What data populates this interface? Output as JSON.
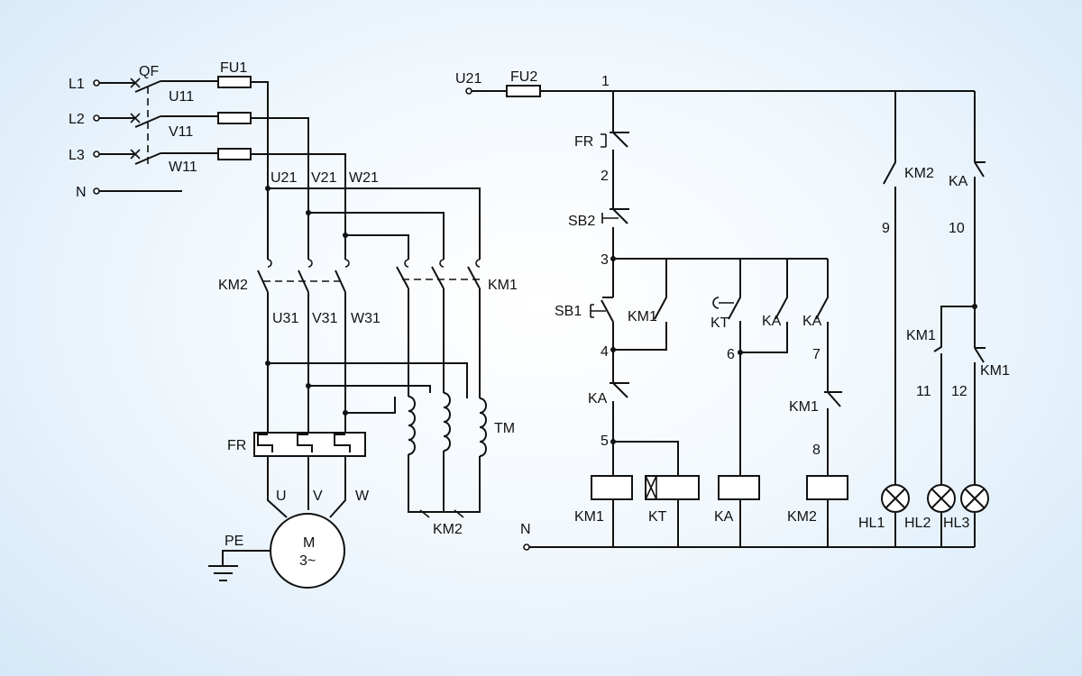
{
  "power": {
    "lines": [
      "L1",
      "L2",
      "L3",
      "N"
    ],
    "breaker": "QF",
    "fuse": "FU1",
    "phases_after_breaker": [
      "U11",
      "V11",
      "W11"
    ],
    "phases_after_fuse": [
      "U21",
      "V21",
      "W21"
    ],
    "contactor_left": "KM2",
    "contactor_right": "KM1",
    "phases_after_contactor": [
      "U31",
      "V31",
      "W31"
    ],
    "overload_relay": "FR",
    "motor_terminals": [
      "U",
      "V",
      "W"
    ],
    "motor_label": "M",
    "motor_sub": "3~",
    "ground": "PE",
    "autotransformer": "TM",
    "star_contactor": "KM2"
  },
  "control": {
    "supply": "U21",
    "fuse": "FU2",
    "nodes": [
      "1",
      "2",
      "3",
      "4",
      "5",
      "6",
      "7",
      "8",
      "9",
      "10",
      "11",
      "12"
    ],
    "fr_contact": "FR",
    "stop_button": "SB2",
    "start_button": "SB1",
    "km1_hold": "KM1",
    "kt_contact": "KT",
    "ka_contact_a": "KA",
    "ka_contact_b": "KA",
    "ka_nc": "KA",
    "km1_nc": "KM1",
    "km2_lamp_contact": "KM2",
    "ka_lamp_contact": "KA",
    "km1_lamp_nc": "KM1",
    "km1_lamp_no": "KM1",
    "coils": [
      "KM1",
      "KT",
      "KA",
      "KM2"
    ],
    "lamps": [
      "HL1",
      "HL2",
      "HL3"
    ],
    "neutral": "N"
  }
}
